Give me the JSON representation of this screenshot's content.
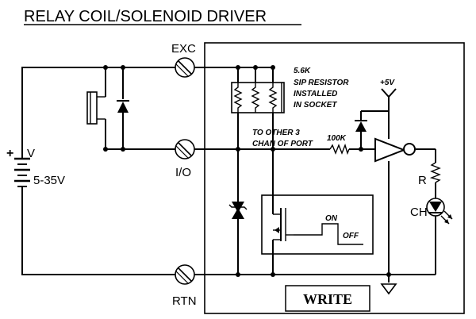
{
  "title": "RELAY COIL/SOLENOID DRIVER",
  "labels": {
    "exc": "EXC",
    "io": "I/O",
    "rtn": "RTN",
    "supply_v": "V",
    "supply_range": "5-35V",
    "plus": "+",
    "resistor_value": "5.6K",
    "sip_line1": "SIP RESISTOR",
    "sip_line2": "INSTALLED",
    "sip_line3": "IN SOCKET",
    "to_other_line1": "TO OTHER 3",
    "to_other_line2": "CHAN OF PORT",
    "r100k": "100K",
    "vplus": "+5V",
    "r": "R",
    "ch": "CH",
    "on": "ON",
    "off": "OFF",
    "write": "WRITE"
  }
}
